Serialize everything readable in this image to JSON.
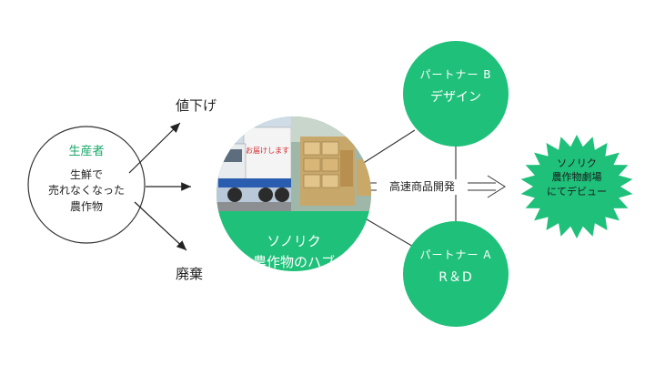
{
  "producer": {
    "title": "生産者",
    "lines": [
      "生鮮で",
      "売れなくなった",
      "農作物"
    ]
  },
  "outcomes": {
    "price_down": "値下げ",
    "disposal": "廃棄"
  },
  "hub": {
    "lines": [
      "ソノリク",
      "農作物のハブ"
    ],
    "photo_sign_text": "お届けします"
  },
  "partner_b": {
    "title": "パートナー B",
    "label": "デザイン"
  },
  "partner_a": {
    "title": "パートナー A",
    "label": "R＆D"
  },
  "development": {
    "label": "高速商品開発"
  },
  "burst": {
    "lines": [
      "ソノリク",
      "農作物劇場",
      "にてデビュー"
    ]
  },
  "colors": {
    "green": "#1fc07a",
    "line": "#333333",
    "truck_blue": "#2a5db0",
    "sign_red": "#d8242a"
  }
}
